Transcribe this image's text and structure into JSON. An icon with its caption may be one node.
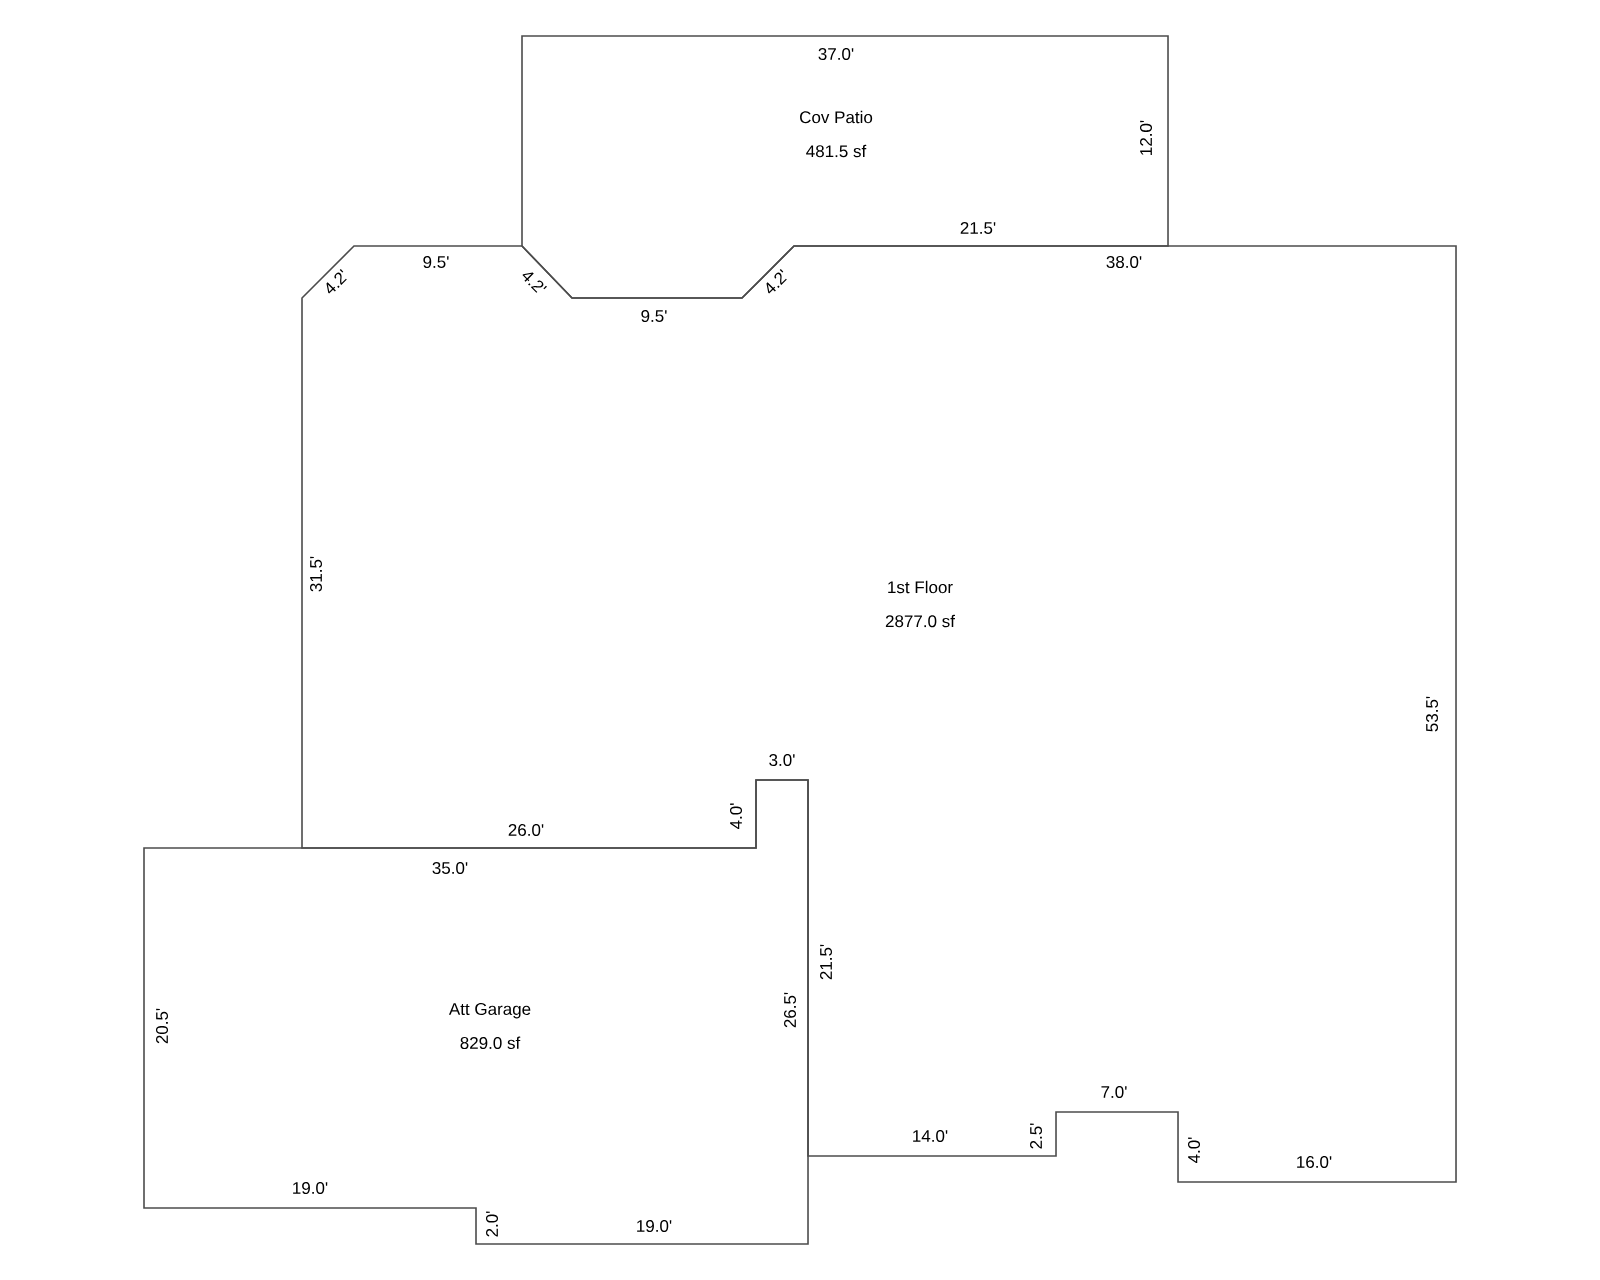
{
  "diagram": {
    "nodes": [
      {
        "text": [
          "Cov Patio",
          "481.5 sf"
        ]
      },
      {
        "text": [
          "1st Floor",
          "2877.0 sf"
        ]
      },
      {
        "text": [
          "Att Garage",
          "829.0 sf"
        ]
      }
    ],
    "labels": [
      "37.0'",
      "12.0'",
      "9.5'",
      "21.5'",
      "4.2'",
      "4.2'",
      "38.0'",
      "4.2'",
      "9.5'",
      "31.5'",
      "53.5'",
      "3.0'",
      "4.0'",
      "26.0'",
      "35.0'",
      "21.5'",
      "20.5'",
      "26.5'",
      "7.0'",
      "14.0'",
      "2.5'",
      "4.0'",
      "16.0'",
      "19.0'",
      "2.0'",
      "19.0'"
    ]
  }
}
